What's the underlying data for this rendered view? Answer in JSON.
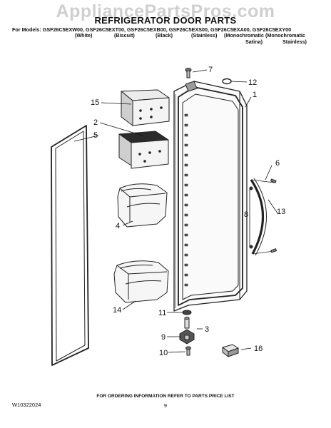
{
  "watermark": "AppliancePartsPros.com",
  "title": "REFRIGERATOR DOOR PARTS",
  "models_line": "For Models: GSF26C5EXW00, GSF26C5EXT00, GSF26C5EXB00, GSF26C5EXS00, GSF26C5EXA00, GSF26C5EXY00",
  "colors": {
    "white": "(White)",
    "biscuit": "(Biscuit)",
    "black": "(Black)",
    "stainless": "(Stainless)",
    "mono_satina_1": "(Monochromatic",
    "mono_satina_2": "Satina)",
    "mono_stainless_1": "(Monochromatic",
    "mono_stainless_2": "Stainless)"
  },
  "callouts": {
    "c1": "1",
    "c2": "2",
    "c3": "3",
    "c4": "4",
    "c5": "5",
    "c6": "6",
    "c7": "7",
    "c8": "8",
    "c9": "9",
    "c10": "10",
    "c11": "11",
    "c12": "12",
    "c13": "13",
    "c14": "14",
    "c15": "15",
    "c16": "16"
  },
  "footer": {
    "ordering_info": "FOR ORDERING INFORMATION REFER TO PARTS PRICE LIST",
    "doc_number": "W10322024",
    "page_number": "9"
  }
}
